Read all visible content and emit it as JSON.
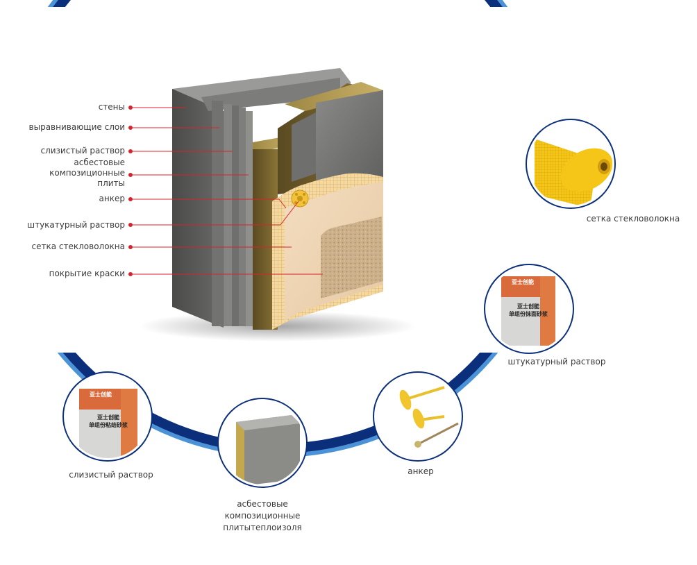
{
  "colors": {
    "ring_outer": "#0b2f7a",
    "ring_inner": "#4b93d6",
    "leader": "#d8232a",
    "text": "#3b3b3b"
  },
  "layers": [
    {
      "id": "walls",
      "lines": [
        "стены"
      ]
    },
    {
      "id": "leveling",
      "lines": [
        "выравнивающие слои"
      ]
    },
    {
      "id": "slime-mortar",
      "lines": [
        "слизистый раствор"
      ]
    },
    {
      "id": "asbestos-boards",
      "lines": [
        "асбестовые",
        "композиционные",
        "плиты"
      ]
    },
    {
      "id": "anchor",
      "lines": [
        "анкер"
      ]
    },
    {
      "id": "plaster-mortar",
      "lines": [
        "штукатурный раствор"
      ]
    },
    {
      "id": "fiberglass-mesh",
      "lines": [
        "сетка стекловолокна"
      ]
    },
    {
      "id": "paint-coating",
      "lines": [
        "покрытие краски"
      ]
    }
  ],
  "products": [
    {
      "id": "mesh",
      "lines": [
        "сетка стекловолокна"
      ]
    },
    {
      "id": "plaster-bag",
      "lines": [
        "штукатурный раствор"
      ],
      "bag_text": [
        "亚士创能",
        "亚士创能",
        "单组份抹面砂浆"
      ]
    },
    {
      "id": "anchors",
      "lines": [
        "анкер"
      ]
    },
    {
      "id": "board",
      "lines": [
        "асбестовые",
        "композиционные",
        "плитытеплоизоля"
      ]
    },
    {
      "id": "slime-bag",
      "lines": [
        "слизистый раствор"
      ],
      "bag_text": [
        "亚士创能",
        "亚士创能",
        "单组份粘结砂浆"
      ]
    }
  ]
}
